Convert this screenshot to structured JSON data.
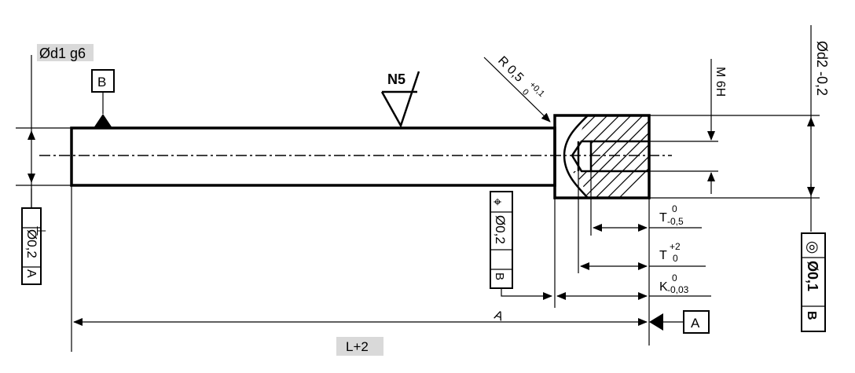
{
  "shaft_diameter": "Ød1 g6",
  "head_diameter": "Ød2 -0,2",
  "surface_finish": "N5",
  "fillet_radius": {
    "main": "R 0,5",
    "upper": "+0,1",
    "lower": "0"
  },
  "thread_size": "M 6H",
  "datum_b": "B",
  "datum_a": "A",
  "length_label": "A",
  "total_length": "L+2",
  "dim_t1": {
    "main": "T",
    "upper": "0",
    "lower": "-0,5"
  },
  "dim_t2": {
    "main": "T",
    "upper": "+2",
    "lower": "0"
  },
  "dim_k": {
    "main": "K",
    "upper": "0",
    "lower": "-0,03"
  },
  "perpendicularity": {
    "symbol": "⊥",
    "value": "Ø0,2",
    "datum": "A"
  },
  "position": {
    "symbol": "⌖",
    "value": "Ø0,2",
    "datum": "B"
  },
  "concentricity": {
    "symbol": "◎",
    "value": "Ø0,1",
    "datum": "B"
  }
}
